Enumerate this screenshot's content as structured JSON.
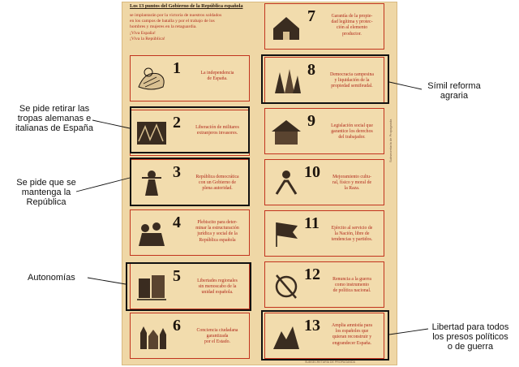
{
  "poster": {
    "title": "Los 13 puntos del Gobierno de la República española",
    "intro_lines": [
      "se implantarán por la victoria de nuestros soldados",
      "en los campos de batalla y por el trabajo de los",
      "hombres y mujeres en la retaguardia.",
      "¡Viva España!",
      "¡Viva la República!"
    ],
    "points": [
      {
        "num": "1",
        "lines": [
          "La independencia",
          "de España."
        ]
      },
      {
        "num": "2",
        "lines": [
          "Liberación de militares",
          "extranjeros invasores."
        ]
      },
      {
        "num": "3",
        "lines": [
          "República democrática",
          "con un Gobierno de",
          "plena autoridad."
        ]
      },
      {
        "num": "4",
        "lines": [
          "Plebiscito para deter-",
          "minar la estructuración",
          "jurídica y social de la",
          "República española"
        ]
      },
      {
        "num": "5",
        "lines": [
          "Libertades regionales",
          "sin menoscabo de la",
          "unidad española."
        ]
      },
      {
        "num": "6",
        "lines": [
          "Conciencia ciudadana",
          "garantizada",
          "por el Estado."
        ]
      },
      {
        "num": "7",
        "lines": [
          "Garantía de la propie-",
          "dad legítima y protec-",
          "ción al elemento",
          "productor."
        ]
      },
      {
        "num": "8",
        "lines": [
          "Democracia campesina",
          "y liquidación de la",
          "propiedad semifeudal."
        ]
      },
      {
        "num": "9",
        "lines": [
          "Legislación social que",
          "garantice los derechos",
          "del trabajador."
        ]
      },
      {
        "num": "10",
        "lines": [
          "Mejoramiento cultu-",
          "ral, físico y moral de",
          "la Raza."
        ]
      },
      {
        "num": "11",
        "lines": [
          "Ejército al servicio de",
          "la Nación, libre de",
          "tendencias y partidos."
        ]
      },
      {
        "num": "12",
        "lines": [
          "Renuncia a la guerra",
          "como instrumento",
          "de política nacional."
        ]
      },
      {
        "num": "13",
        "lines": [
          "Amplia amnistía para",
          "los españoles que",
          "quieran reconstruir y",
          "engrandecer España."
        ]
      }
    ],
    "side_text": "Subsecretaría de Propaganda",
    "footnote": "SUBSECRETARÍA DE PROPAGANDA"
  },
  "annotations": {
    "tropas": [
      "Se pide retirar las",
      "tropas alemanas e",
      "italianas de España"
    ],
    "republica": [
      "Se pide que se",
      "mantenga la",
      "República"
    ],
    "autonomias": [
      "Autonomías"
    ],
    "reforma": [
      "Símil reforma",
      "agraria"
    ],
    "libertad": [
      "Libertad para todos",
      "los presos políticos",
      "o de guerra"
    ]
  },
  "colors": {
    "paper": "#efd7a6",
    "frame_red": "#c2341e",
    "text_red": "#b0291c",
    "ink": "#1c140d",
    "highlight": "#111111"
  }
}
